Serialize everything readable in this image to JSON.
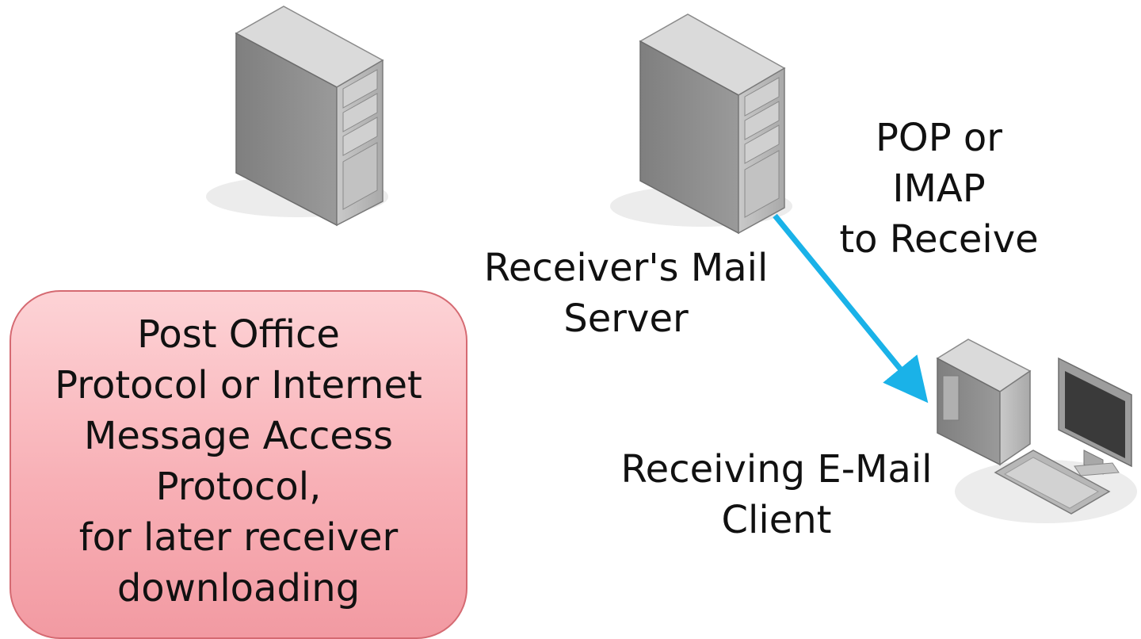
{
  "labels": {
    "receiver_server": [
      "Receiver's Mail",
      "Server"
    ],
    "protocol": [
      "POP or",
      "IMAP",
      "to Receive"
    ],
    "client": [
      "Receiving E-Mail",
      "Client"
    ]
  },
  "callout": {
    "lines": [
      "Post Office",
      "Protocol or Internet",
      "Message Access",
      "Protocol,",
      "for later receiver",
      "downloading"
    ]
  },
  "colors": {
    "arrow": "#1ab2e8",
    "callout_fill": "#f8b0b6",
    "callout_border": "#d56a72",
    "tower_front": "#8c8c8c",
    "tower_side": "#b9b9b9",
    "tower_top": "#d9d9d9"
  },
  "icons": [
    "left-server-tower-icon",
    "receiver-server-tower-icon",
    "client-computer-icon"
  ]
}
